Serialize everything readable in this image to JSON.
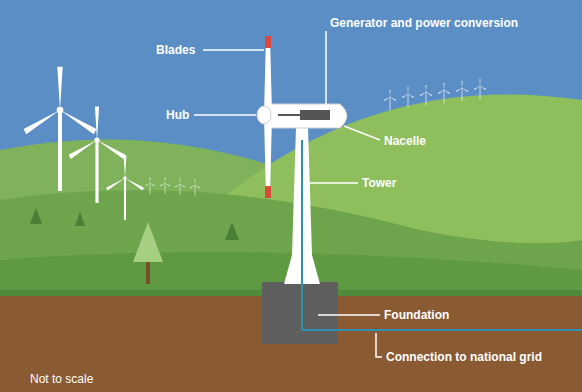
{
  "diagram": {
    "labels": [
      "Generator and power conversion",
      "Blades",
      "Hub",
      "Nacelle",
      "Tower",
      "Foundation",
      "Connection to national grid",
      "Not to scale"
    ]
  }
}
